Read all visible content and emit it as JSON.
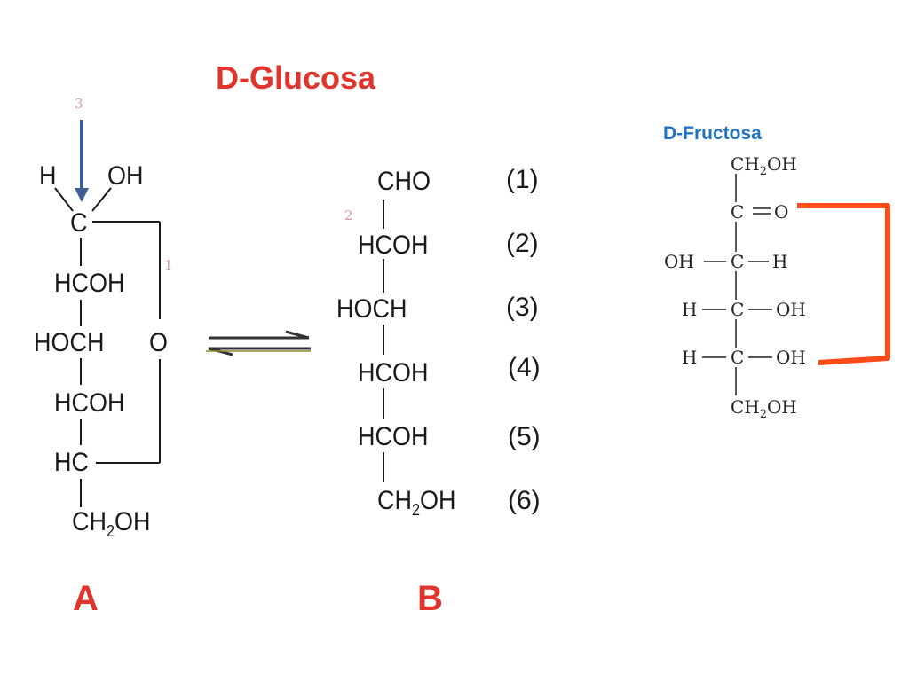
{
  "glucose": {
    "title": "D-Glucosa",
    "ring_labels": {
      "one": "1",
      "three": "3"
    },
    "ring": {
      "h": "H",
      "oh": "OH",
      "c": "C",
      "c2": "HCOH",
      "c3": "HOCH",
      "o": "O",
      "c4": "HCOH",
      "c5": "HC",
      "c6_main": "CH",
      "c6_sub": "2",
      "c6_end": "OH"
    },
    "label_a": "A"
  },
  "open_chain": {
    "label_two": "2",
    "formula": [
      "CHO",
      "HCOH",
      "HOCH",
      "HCOH",
      "HCOH"
    ],
    "last_main": "CH",
    "last_sub": "2",
    "last_end": "OH",
    "numbers": [
      "(1)",
      "(2)",
      "(3)",
      "(4)",
      "(5)",
      "(6)"
    ],
    "label_b": "B"
  },
  "fructose": {
    "title": "D-Fructosa",
    "top": {
      "main": "CH",
      "sub": "2",
      "end": "OH"
    },
    "c2": {
      "c": "C",
      "o": "O"
    },
    "c3": {
      "left": "OH",
      "c": "C",
      "right": "H"
    },
    "c4": {
      "left": "H",
      "c": "C",
      "right": "OH"
    },
    "c5": {
      "left": "H",
      "c": "C",
      "right": "OH"
    },
    "bottom": {
      "main": "CH",
      "sub": "2",
      "end": "OH"
    },
    "bracket_color": "#ff4a1a"
  },
  "colors": {
    "title_red": "#e0342c",
    "arrow_blue": "#3d5f93",
    "fructose_blue": "#1f72c4"
  }
}
